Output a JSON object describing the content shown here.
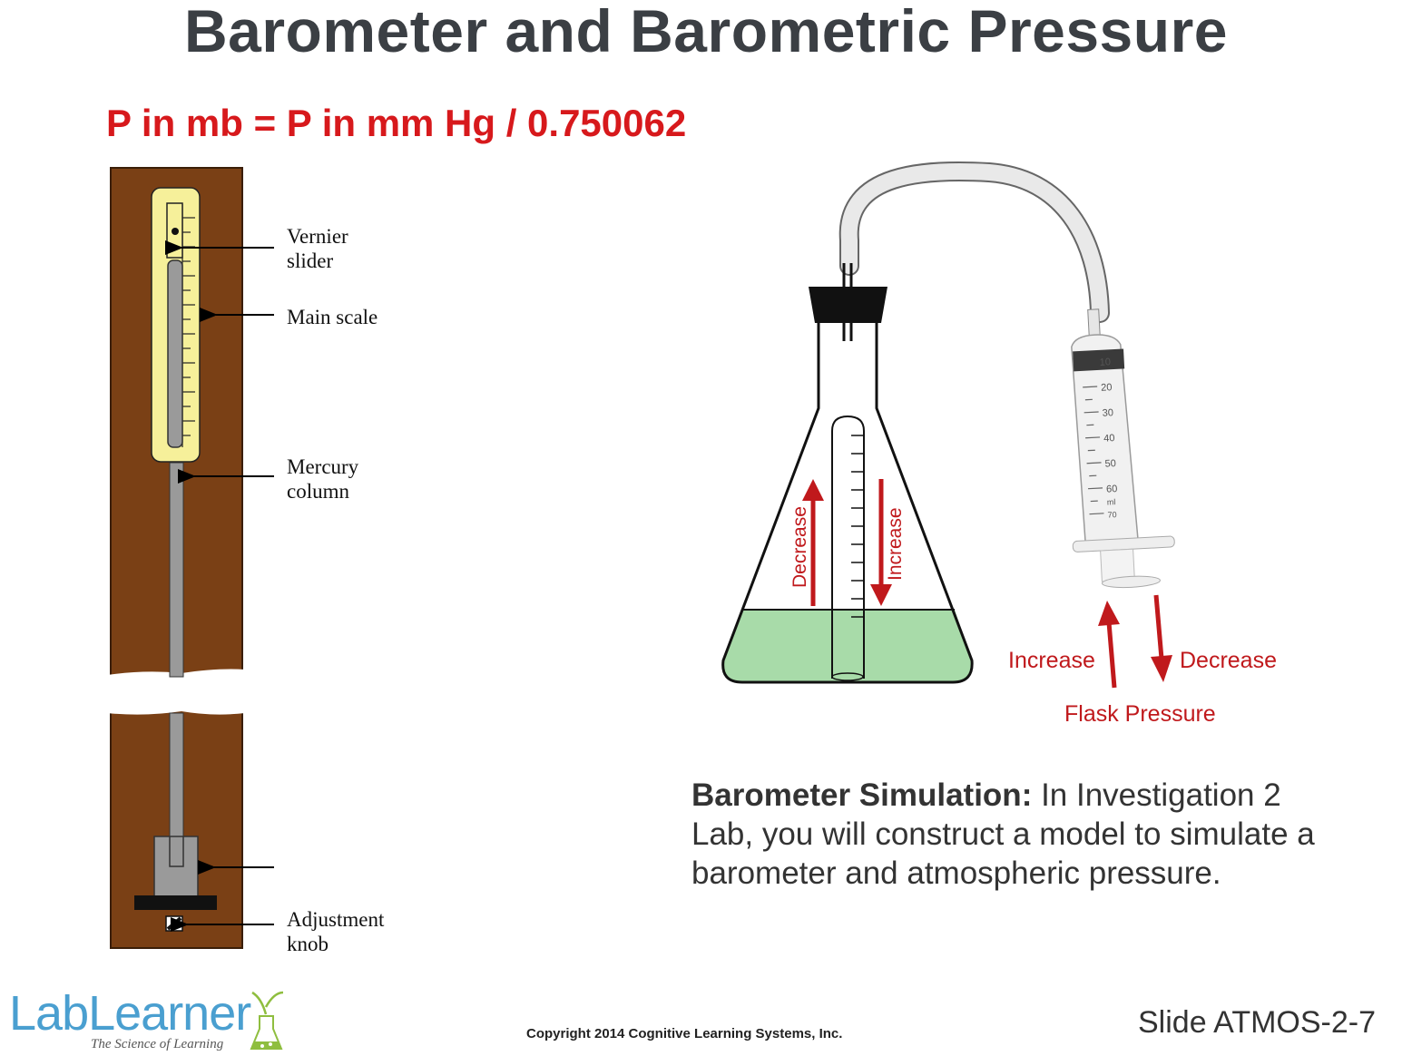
{
  "title": "Barometer and Barometric Pressure",
  "formula": "P in mb = P in mm Hg / 0.750062",
  "barometer": {
    "labels": {
      "vernier_line1": "Vernier",
      "vernier_line2": "slider",
      "main_scale": "Main scale",
      "mercury_line1": "Mercury",
      "mercury_line2": "column",
      "adjust_line1": "Adjustment",
      "adjust_line2": "knob"
    },
    "colors": {
      "wood": "#7a4015",
      "scale": "#f6f09a",
      "mercury": "#999999"
    }
  },
  "flask": {
    "tube_decrease": "Decrease",
    "tube_increase": "Increase",
    "syringe_increase": "Increase",
    "syringe_decrease": "Decrease",
    "flask_pressure": "Flask Pressure",
    "syringe_marks": [
      "10",
      "20",
      "30",
      "40",
      "50",
      "60",
      "ml",
      "70"
    ],
    "colors": {
      "liquid": "#a8dba9",
      "arrow": "#c0191c"
    }
  },
  "simulation": {
    "heading": "Barometer Simulation:",
    "text": " In Investigation 2 Lab, you will construct a model to simulate a barometer and atmospheric pressure."
  },
  "footer": {
    "logo": "LabLearner",
    "tagline": "The Science of Learning",
    "copyright": "Copyright 2014 Cognitive Learning Systems, Inc.",
    "slide": "Slide ATMOS-2-7"
  }
}
